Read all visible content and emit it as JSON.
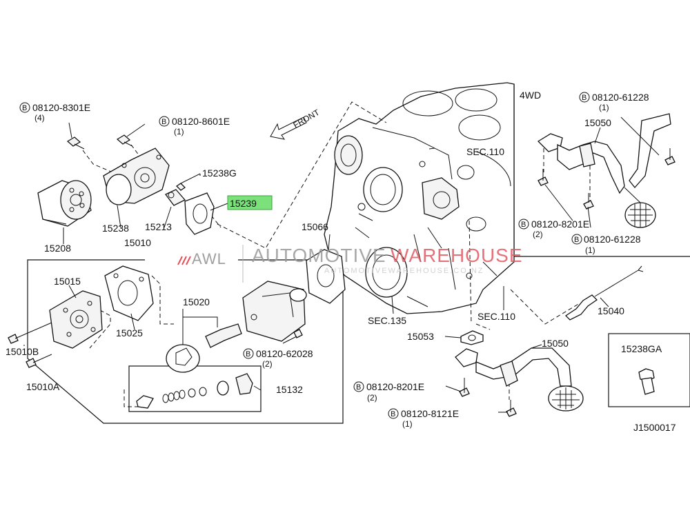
{
  "diagram_code": "J1500017",
  "front_label": "FRONT",
  "watermark": {
    "awl": "AWL",
    "part1": "AUTOMOTIVE",
    "part2": "WAREHOUSE",
    "url": "AUTOMOTIVEWAREHOUSE.CO.NZ",
    "colors": {
      "awl_red": "#e0303a",
      "grey": "#8f8f8f",
      "red": "#e05a62"
    }
  },
  "highlight_color": "#7be27b",
  "labels": {
    "p08120_8301E": "08120-8301E",
    "p08120_8301E_qty": "(4)",
    "p08120_8601E": "08120-8601E",
    "p08120_8601E_qty": "(1)",
    "p15238G": "15238G",
    "p15239": "15239",
    "p15238": "15238",
    "p15213": "15213",
    "p15208": "15208",
    "p15010": "15010",
    "p15015": "15015",
    "p15025": "15025",
    "p15020": "15020",
    "p15010B": "15010B",
    "p15010A": "15010A",
    "p08120_62028": "08120-62028",
    "p08120_62028_qty": "(2)",
    "p15132": "15132",
    "p15066": "15066",
    "sec110_top": "SEC.110",
    "sec135": "SEC.135",
    "sec110_bottom": "SEC.110",
    "p15053": "15053",
    "p15050_main": "15050",
    "p08120_8201E_main": "08120-8201E",
    "p08120_8201E_main_qty": "(2)",
    "p08120_8121E": "08120-8121E",
    "p08120_8121E_qty": "(1)",
    "p15040": "15040",
    "inset_4wd": "4WD",
    "p08120_61228_top": "08120-61228",
    "p08120_61228_top_qty": "(1)",
    "p15050_4wd": "15050",
    "p08120_8201E_4wd": "08120-8201E",
    "p08120_8201E_4wd_qty": "(2)",
    "p08120_61228_bottom": "08120-61228",
    "p08120_61228_bottom_qty": "(1)",
    "p15238GA": "15238GA",
    "b_marker": "B"
  }
}
